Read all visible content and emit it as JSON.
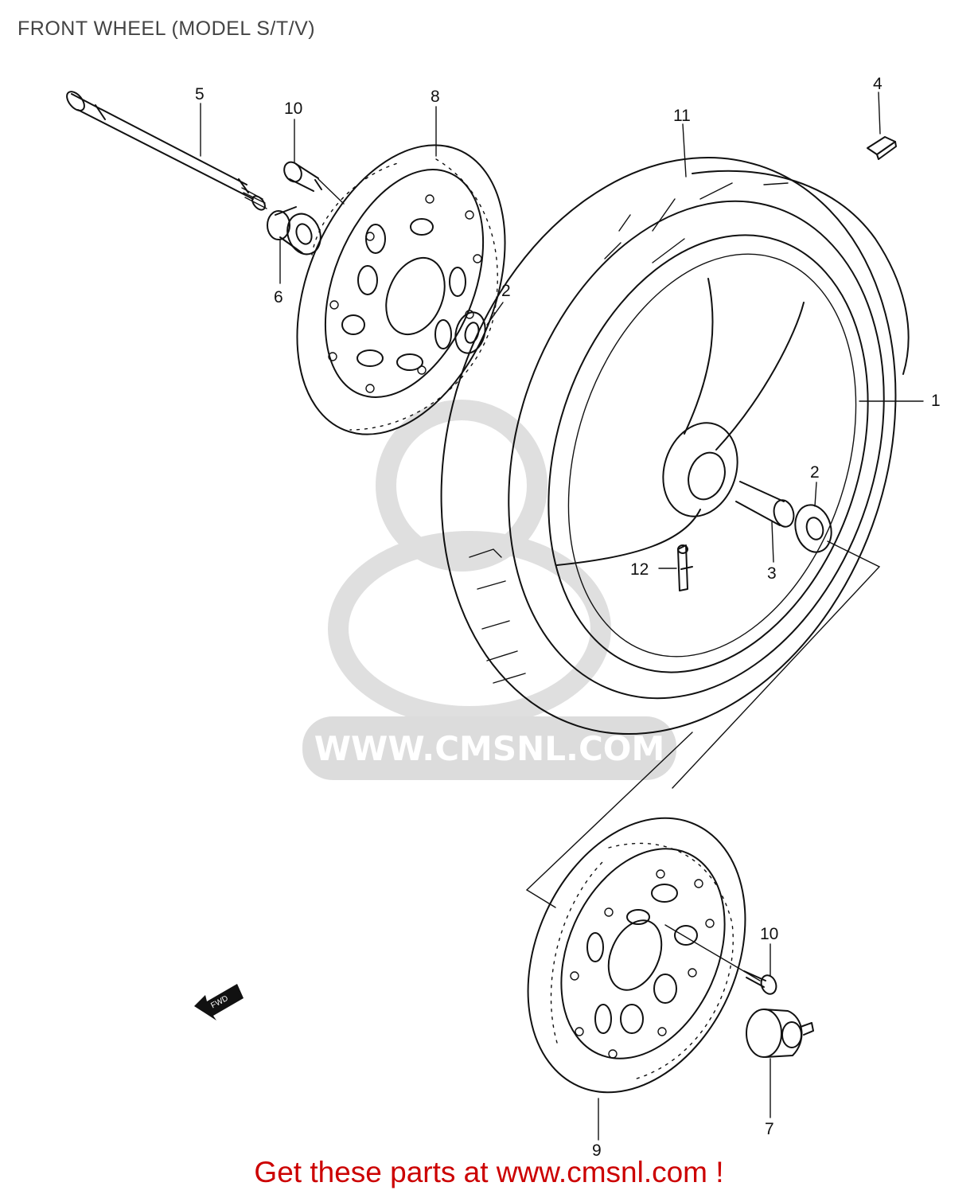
{
  "title": "FRONT WHEEL (MODEL S/T/V)",
  "callouts": [
    "1",
    "2",
    "2",
    "3",
    "4",
    "5",
    "6",
    "7",
    "8",
    "9",
    "10",
    "10",
    "11",
    "12"
  ],
  "watermark": {
    "text": "WWW.CMSNL.COM",
    "color": "#d9d9d9"
  },
  "fwd_arrow": {
    "label": "FWD"
  },
  "call_to_action": {
    "text": "Get these parts at www.cmsnl.com !",
    "color": "#cc0000"
  },
  "colors": {
    "ink": "#111111",
    "title": "#444444",
    "background": "#ffffff"
  }
}
